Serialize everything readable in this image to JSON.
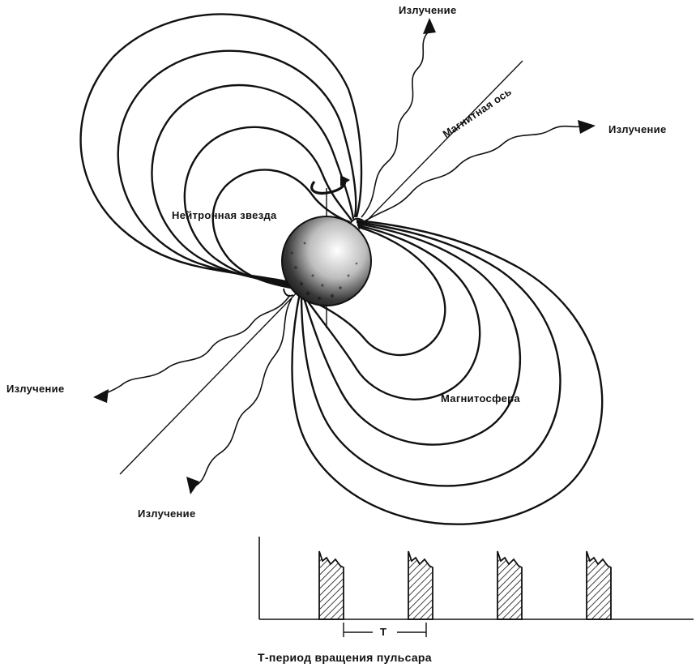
{
  "labels": {
    "radiation_top": "Излучение",
    "radiation_right": "Излучение",
    "radiation_left": "Излучение",
    "radiation_bottom": "Излучение",
    "magnetic_axis": "Магнитная ось",
    "neutron_star": "Нейтронная звезда",
    "magnetosphere": "Магнитосфера",
    "period_marker": "T",
    "caption": "Т-период вращения пульсара"
  },
  "colors": {
    "ink": "#111111",
    "background": "#ffffff"
  },
  "pulse_count": 4
}
